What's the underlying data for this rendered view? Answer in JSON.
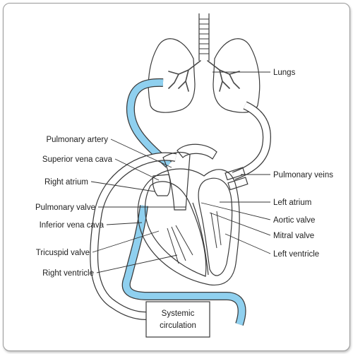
{
  "colors": {
    "deoxygenated": "#8fd0ef",
    "oxygenated": "#ffffff",
    "lung_fill": "#ececec",
    "muscle": "#c9c9c9",
    "box_fill": "#d9d9d9",
    "stroke": "#3a3a3a"
  },
  "labels": {
    "lungs": "Lungs",
    "pulmonary_artery": "Pulmonary artery",
    "superior_vena_cava": "Superior vena cava",
    "right_atrium": "Right atrium",
    "pulmonary_valve": "Pulmonary valve",
    "inferior_vena_cava": "Inferior vena cava",
    "tricuspid_valve": "Tricuspid valve",
    "right_ventricle": "Right ventricle",
    "pulmonary_veins": "Pulmonary veins",
    "left_atrium": "Left atrium",
    "aortic_valve": "Aortic valve",
    "mitral_valve": "Mitral valve",
    "left_ventricle": "Left ventricle",
    "systemic_line1": "Systemic",
    "systemic_line2": "circulation"
  }
}
